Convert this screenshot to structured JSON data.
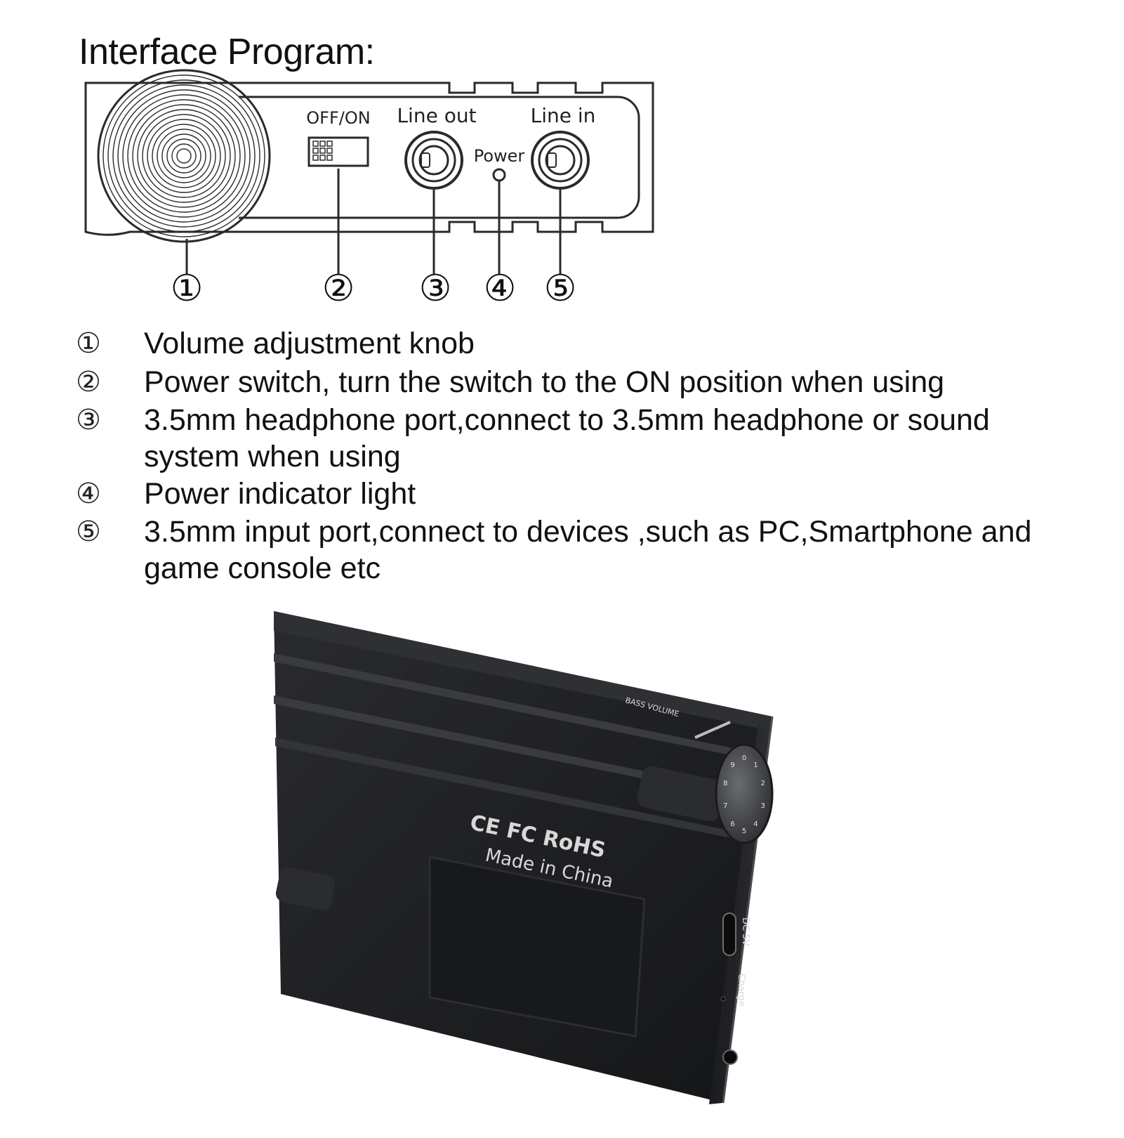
{
  "title": "Interface Program:",
  "panel_labels": {
    "switch": "OFF/ON",
    "line_out": "Line out",
    "power": "Power",
    "line_in": "Line in"
  },
  "callouts": [
    "①",
    "②",
    "③",
    "④",
    "⑤"
  ],
  "legend": [
    {
      "num": "①",
      "text": "Volume adjustment knob"
    },
    {
      "num": "②",
      "text": "Power switch, turn the switch to the ON position when using"
    },
    {
      "num": "③",
      "text": "3.5mm headphone port,connect to 3.5mm headphone or sound system when using"
    },
    {
      "num": "④",
      "text": "Power indicator light"
    },
    {
      "num": "⑤",
      "text": "3.5mm input port,connect to devices ,such as PC,Smartphone and game console etc"
    }
  ],
  "device": {
    "bass_volume": "BASS VOLUME",
    "certifications": "CE FC RoHS",
    "made_in": "Made in China",
    "dc": "DC 5V",
    "charge": "Charge",
    "dial_numbers": [
      "0",
      "1",
      "2",
      "3",
      "4",
      "5",
      "6",
      "7",
      "8",
      "9"
    ]
  },
  "colors": {
    "line": "#2a2a2a",
    "device_body": "#1c1d20",
    "device_edge": "#3a3b3f"
  }
}
